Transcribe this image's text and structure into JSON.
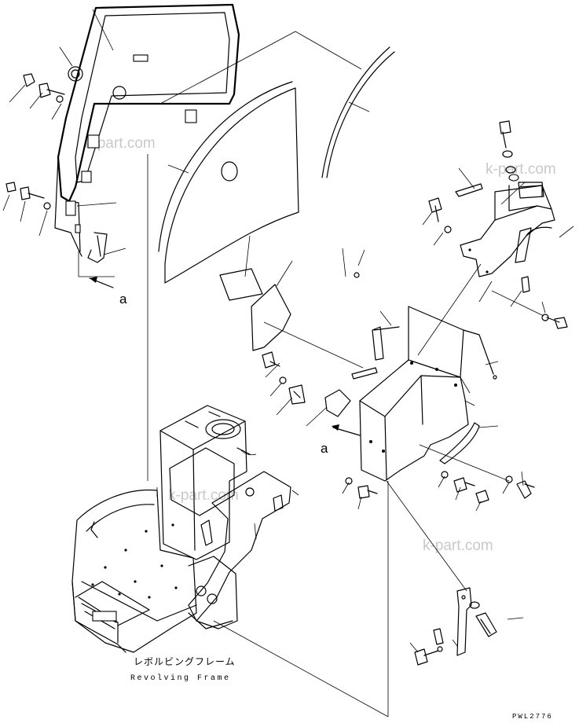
{
  "watermarks": [
    "k-part.com",
    "k-part.com",
    "k-part.com",
    "k-part.com"
  ],
  "view_labels": {
    "left_view": "a",
    "right_view": "a"
  },
  "caption": {
    "japanese": "レボルビングフレーム",
    "english": "Revolving Frame"
  },
  "drawing_code": "PWL2776",
  "colors": {
    "line": "#000000",
    "background": "#ffffff",
    "watermark": "#c9c9c9"
  }
}
